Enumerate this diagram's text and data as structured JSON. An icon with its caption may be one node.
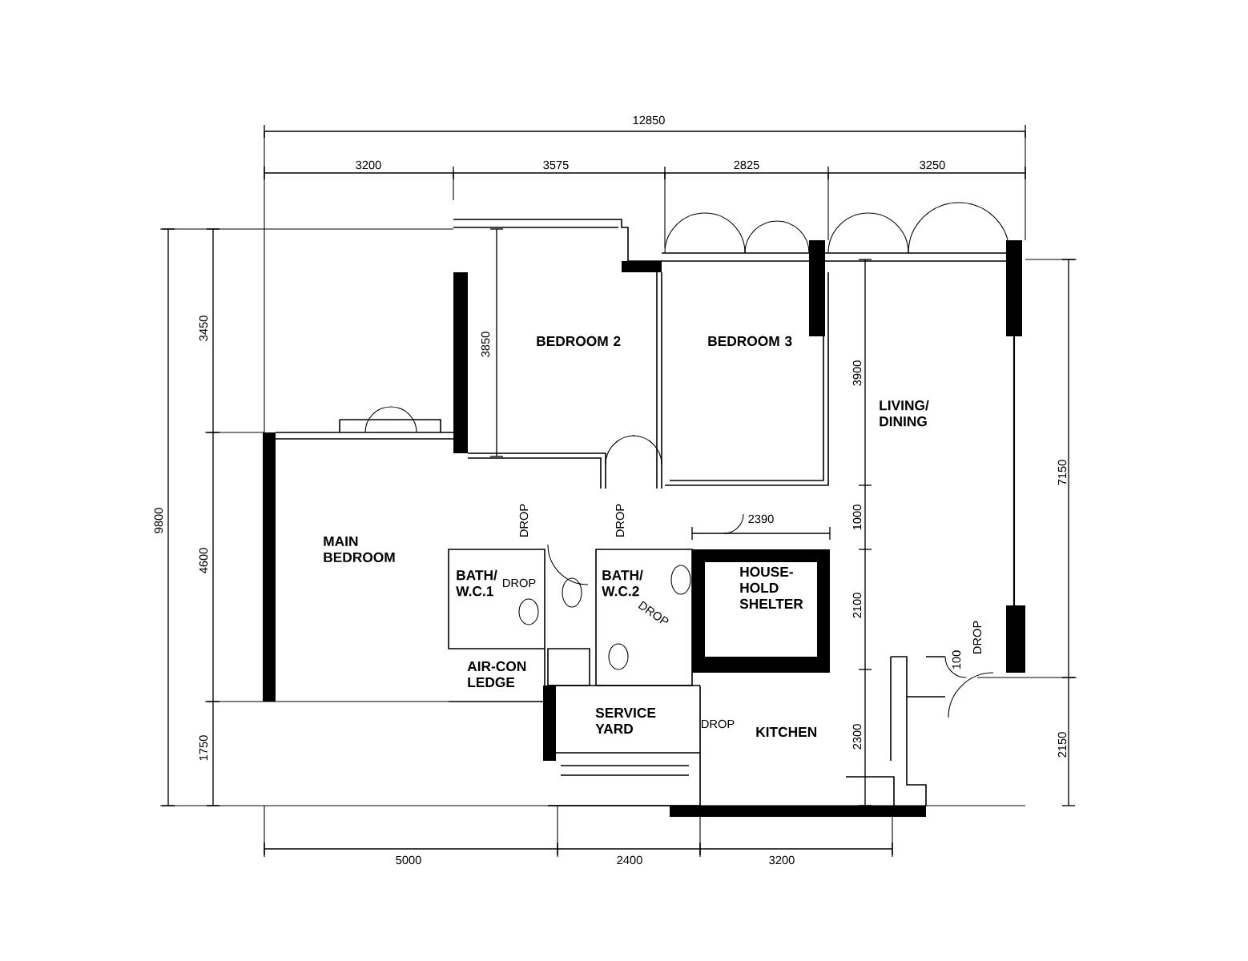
{
  "diagram": {
    "nodes": [
      {
        "text": [
          "BEDROOM 2"
        ]
      },
      {
        "text": [
          "BEDROOM 3"
        ]
      },
      {
        "text": [
          "LIVING/ DINING"
        ]
      },
      {
        "text": [
          "MAIN BEDROOM"
        ]
      },
      {
        "text": [
          "BATH/ W.C.1"
        ]
      },
      {
        "text": [
          "BATH/ W.C.2"
        ]
      },
      {
        "text": [
          "HOUSE- HOLD SHELTER"
        ]
      },
      {
        "text": [
          "AIR-CON LEDGE"
        ]
      },
      {
        "text": [
          "SERVICE YARD"
        ]
      },
      {
        "text": [
          "KITCHEN"
        ]
      }
    ],
    "edges": [],
    "labels": [
      "12850",
      "3200",
      "3575",
      "2825",
      "3250",
      "3450",
      "3850",
      "3900",
      "7150",
      "9800",
      "DROP",
      "DROP",
      "2390",
      "1000",
      "4600",
      "DROP",
      "2100",
      "100",
      "DROP",
      "DROP",
      "DROP",
      "1750",
      "2300",
      "2150",
      "5000",
      "2400",
      "3200"
    ]
  }
}
